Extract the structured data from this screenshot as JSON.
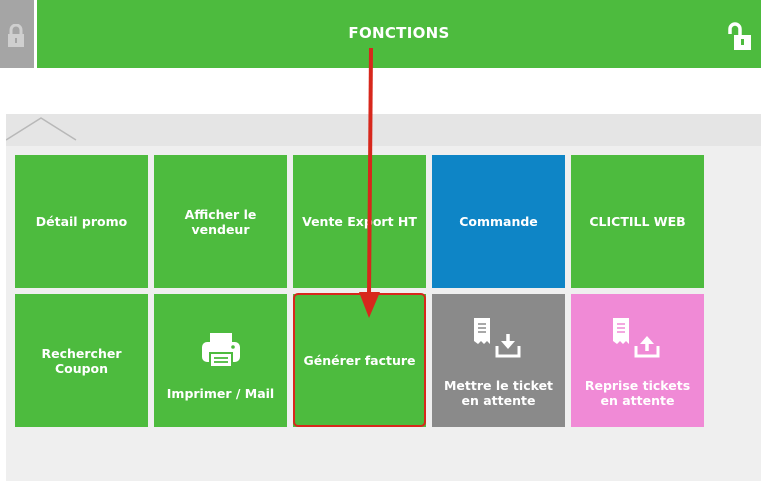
{
  "header": {
    "title": "FONCTIONS",
    "left_icon": "lock-icon",
    "right_icon": "unlock-icon",
    "color": "#4dbb3e"
  },
  "collapse": {
    "icon": "chevron-up-icon"
  },
  "tiles_row1": [
    {
      "label": "Détail promo",
      "color": "#4dbb3e"
    },
    {
      "label": "Afficher le vendeur",
      "color": "#4dbb3e"
    },
    {
      "label": "Vente Export HT",
      "color": "#4dbb3e"
    },
    {
      "label": "Commande",
      "color": "#0e85c6"
    },
    {
      "label": "CLICTILL WEB",
      "color": "#4dbb3e"
    }
  ],
  "tiles_row2": [
    {
      "label": "Rechercher Coupon",
      "color": "#4dbb3e"
    },
    {
      "label": "Imprimer / Mail",
      "icon": "printer-icon",
      "color": "#4dbb3e"
    },
    {
      "label": "Générer facture",
      "color": "#4dbb3e",
      "highlighted": true
    },
    {
      "label": "Mettre le ticket en attente",
      "icon": "ticket-download-icon",
      "color": "#8a8a8a"
    },
    {
      "label": "Reprise tickets en attente",
      "icon": "ticket-upload-icon",
      "color": "#f08ad6"
    }
  ],
  "annotation": {
    "color": "#d7271c"
  }
}
